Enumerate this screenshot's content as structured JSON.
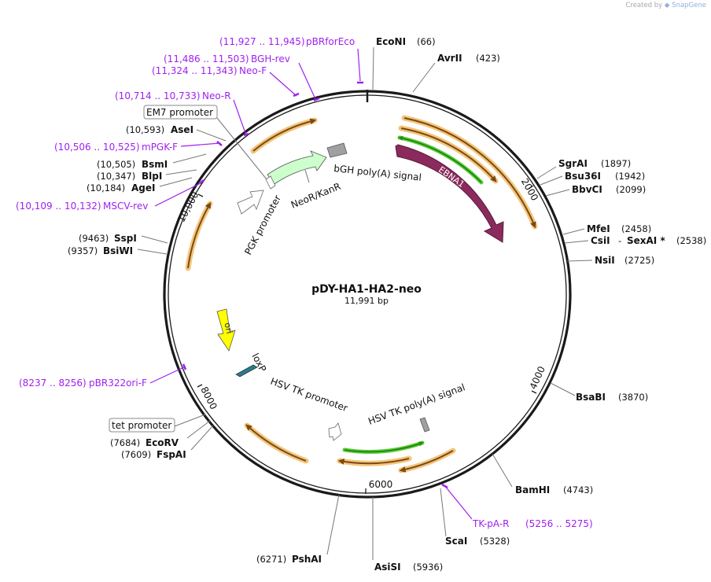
{
  "credit": {
    "created_by": "Created by",
    "brand": "SnapGene"
  },
  "plasmid": {
    "name": "pDY-HA1-HA2-neo",
    "size": "11,991 bp"
  },
  "ticks": [
    "2000",
    "4000",
    "6000",
    "8000",
    "10,000"
  ],
  "sites": [
    {
      "id": "econi",
      "name": "EcoNI",
      "pos": "(66)"
    },
    {
      "id": "avrii",
      "name": "AvrII",
      "pos": "(423)"
    },
    {
      "id": "sgrai",
      "name": "SgrAI",
      "pos": "(1897)"
    },
    {
      "id": "bsu36i",
      "name": "Bsu36I",
      "pos": "(1942)"
    },
    {
      "id": "bbvci",
      "name": "BbvCI",
      "pos": "(2099)"
    },
    {
      "id": "mfei",
      "name": "MfeI",
      "pos": "(2458)"
    },
    {
      "id": "csii",
      "name": "CsiI",
      "name2": "SexAI *",
      "sep": "-",
      "pos": "(2538)"
    },
    {
      "id": "nsii",
      "name": "NsiI",
      "pos": "(2725)"
    },
    {
      "id": "bsabi",
      "name": "BsaBI",
      "pos": "(3870)"
    },
    {
      "id": "bamhi",
      "name": "BamHI",
      "pos": "(4743)"
    },
    {
      "id": "scai",
      "name": "ScaI",
      "pos": "(5328)"
    },
    {
      "id": "asisi",
      "name": "AsiSI",
      "pos": "(5936)"
    },
    {
      "id": "pshai",
      "name": "PshAI",
      "pos": "(6271)"
    },
    {
      "id": "fspai",
      "name": "FspAI",
      "pos": "(7609)"
    },
    {
      "id": "ecorv",
      "name": "EcoRV",
      "pos": "(7684)"
    },
    {
      "id": "bsiwi",
      "name": "BsiWI",
      "pos": "(9357)"
    },
    {
      "id": "sspi",
      "name": "SspI",
      "pos": "(9463)"
    },
    {
      "id": "agei",
      "name": "AgeI",
      "pos": "(10,184)"
    },
    {
      "id": "blpi",
      "name": "BlpI",
      "pos": "(10,347)"
    },
    {
      "id": "bsmi",
      "name": "BsmI",
      "pos": "(10,505)"
    },
    {
      "id": "asei",
      "name": "AseI",
      "pos": "(10,593)"
    }
  ],
  "primers": [
    {
      "id": "pbrforeco",
      "name": "pBRforEco",
      "range": "(11,927 .. 11,945)"
    },
    {
      "id": "bgh-rev",
      "name": "BGH-rev",
      "range": "(11,486 .. 11,503)"
    },
    {
      "id": "neo-f",
      "name": "Neo-F",
      "range": "(11,324 .. 11,343)"
    },
    {
      "id": "neo-r",
      "name": "Neo-R",
      "range": "(10,714 .. 10,733)"
    },
    {
      "id": "mpgk-f",
      "name": "mPGK-F",
      "range": "(10,506 .. 10,525)"
    },
    {
      "id": "mscv-rev",
      "name": "MSCV-rev",
      "range": "(10,109 .. 10,132)"
    },
    {
      "id": "pbr322ori-f",
      "name": "pBR322ori-F",
      "range": "(8237 .. 8256)"
    },
    {
      "id": "tk-pa-r",
      "name": "TK-pA-R",
      "range": "(5256 .. 5275)"
    }
  ],
  "features": {
    "em7": "EM7 promoter",
    "tet": "tet promoter",
    "ebna1": "EBNA1",
    "neor": "NeoR/KanR",
    "bgh": "bGH poly(A) signal",
    "pgk": "PGK promoter",
    "ori": "ori",
    "loxp": "loxP",
    "hsvtk_prom": "HSV TK promoter",
    "hsvtk_pa": "HSV TK poly(A) signal"
  },
  "colors": {
    "backbone": "#1a1a1a",
    "primer": "#a020f0",
    "ebna1": "#8b2a5c",
    "orf_orange": "#f5c57a",
    "orf_brown": "#7a4a14",
    "orf_green": "#55cc33",
    "neor": "#ccffcc",
    "ori": "#ffff00",
    "polya": "#a0a0a0"
  }
}
